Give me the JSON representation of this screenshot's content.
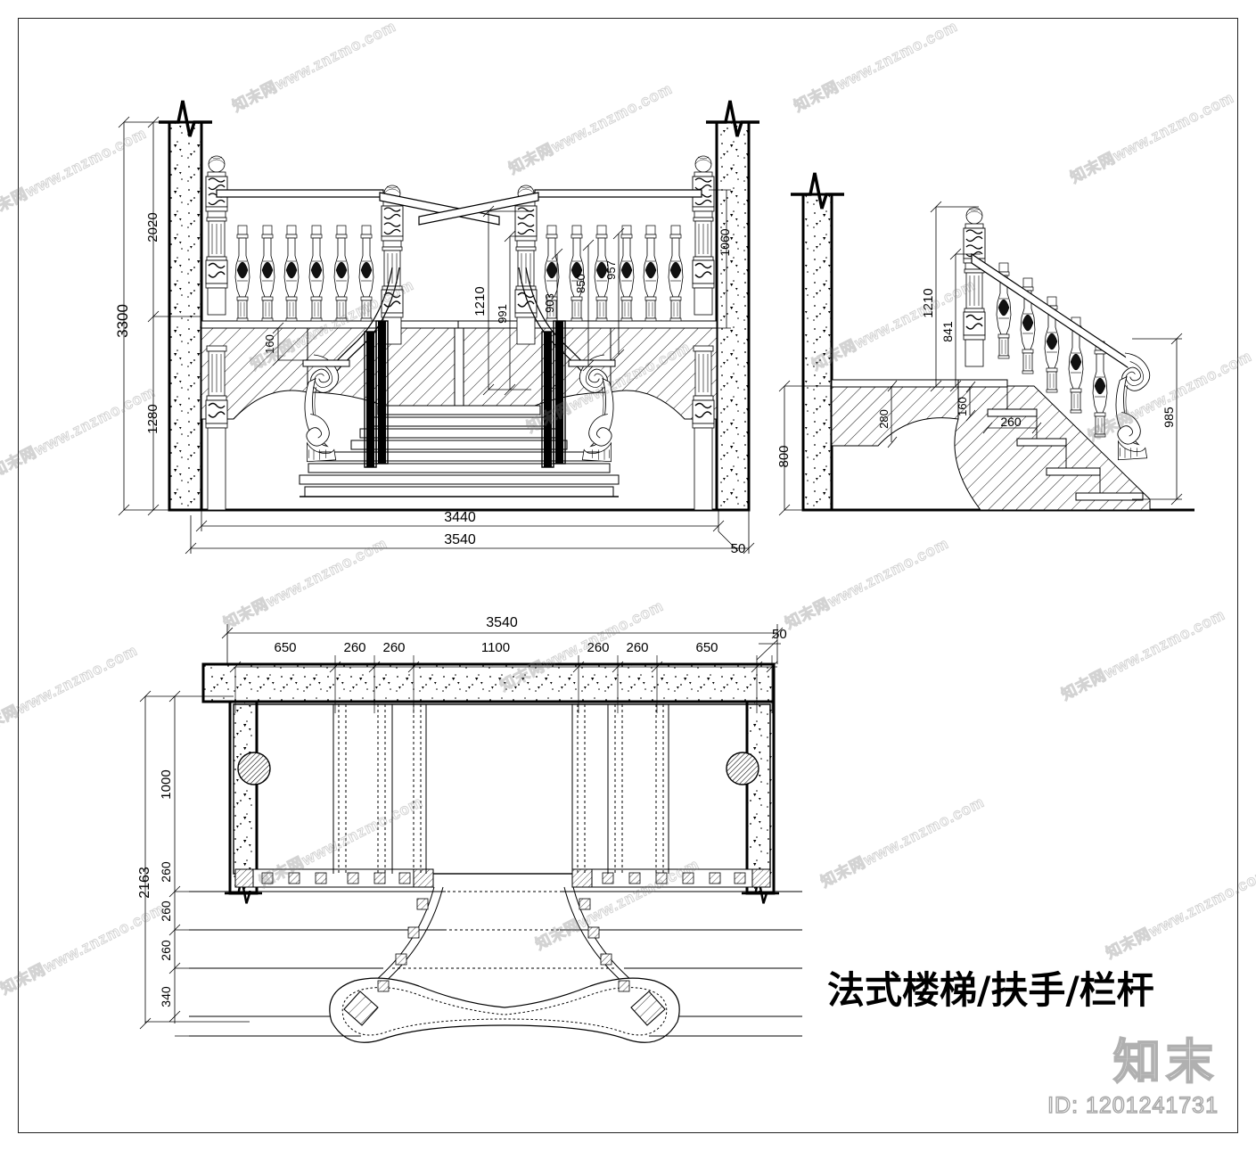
{
  "document": {
    "type": "CAD drawing",
    "title_cn": "法式楼梯/扶手/栏杆",
    "watermark_text": "知末网www.znzmo.com",
    "brand_mark": "知末",
    "id_label": "ID: 1201241731",
    "background_color": "#ffffff",
    "line_color": "#000000",
    "watermark_color": "#bdbdbd"
  },
  "views": {
    "front_elevation": {
      "name": "front-elevation",
      "dimensions": {
        "left_total": "3300",
        "left_upper": "2020",
        "left_lower": "1280",
        "tread_riser": "160",
        "newel_tall": "1210",
        "newel_b": "991",
        "baluster_a": "903",
        "baluster_b": "850",
        "baluster_c": "957",
        "right_rail": "1060",
        "bottom_inner": "3440",
        "bottom_outer": "3540",
        "wall_thickness": "50"
      }
    },
    "side_elevation": {
      "name": "side-elevation",
      "dimensions": {
        "newel_height": "1210",
        "rail_height": "841",
        "floor_height": "800",
        "slab_depth": "280",
        "riser": "160",
        "tread": "260",
        "volute_height": "985"
      }
    },
    "plan": {
      "name": "plan-view",
      "top_dimensions": {
        "overall": "3540",
        "segments": [
          "650",
          "260",
          "260",
          "1100",
          "260",
          "260",
          "650"
        ],
        "wall": "50"
      },
      "left_dimensions": {
        "overall": "2163",
        "segments": [
          "1000",
          "260",
          "260",
          "260",
          "340"
        ]
      }
    }
  }
}
